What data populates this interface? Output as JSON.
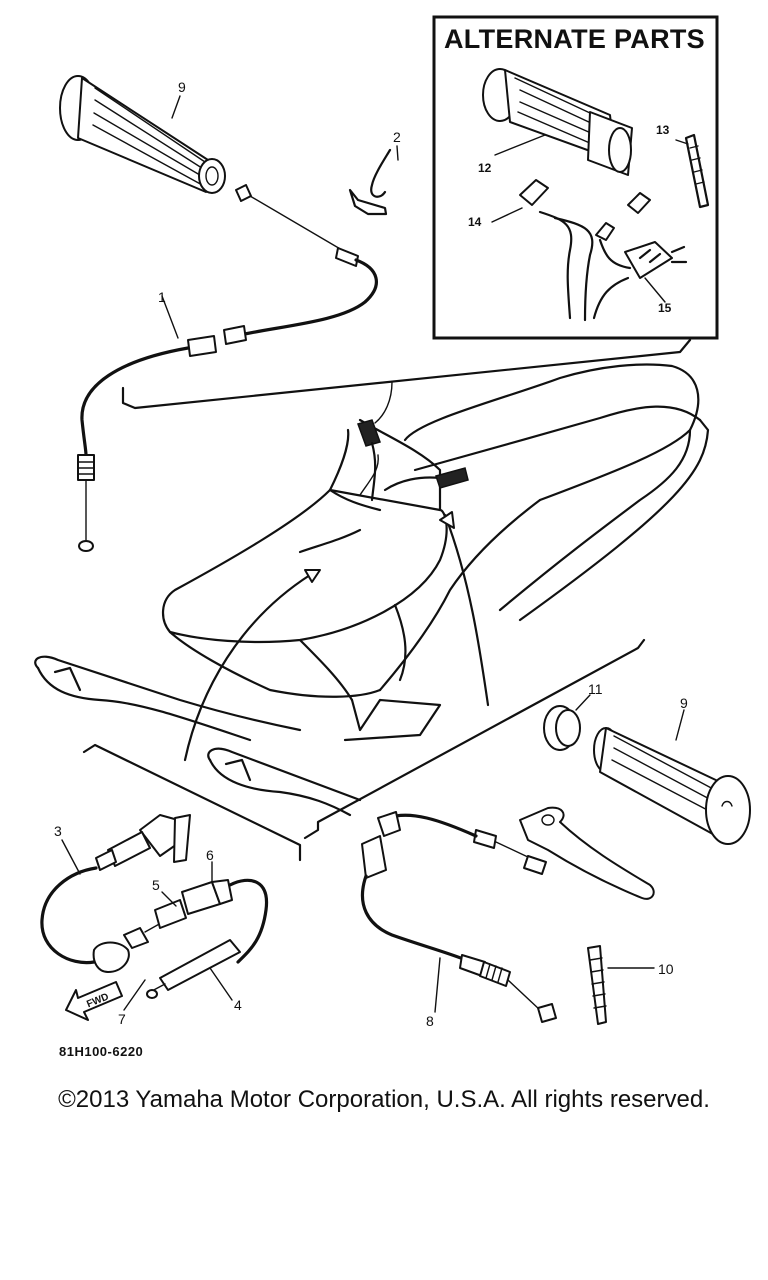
{
  "alternate_parts": {
    "title": "ALTERNATE PARTS"
  },
  "callouts": {
    "p1": "1",
    "p2": "2",
    "p3": "3",
    "p4": "4",
    "p5": "5",
    "p6": "6",
    "p7": "7",
    "p8": "8",
    "p9_top": "9",
    "p9_right": "9",
    "p10": "10",
    "p11": "11",
    "p12": "12",
    "p13": "13",
    "p14": "14",
    "p15": "15"
  },
  "fwd_arrow": {
    "label": "FWD"
  },
  "diagram_code": "81H100-6220",
  "copyright": "©2013 Yamaha Motor Corporation, U.S.A. All rights reserved."
}
